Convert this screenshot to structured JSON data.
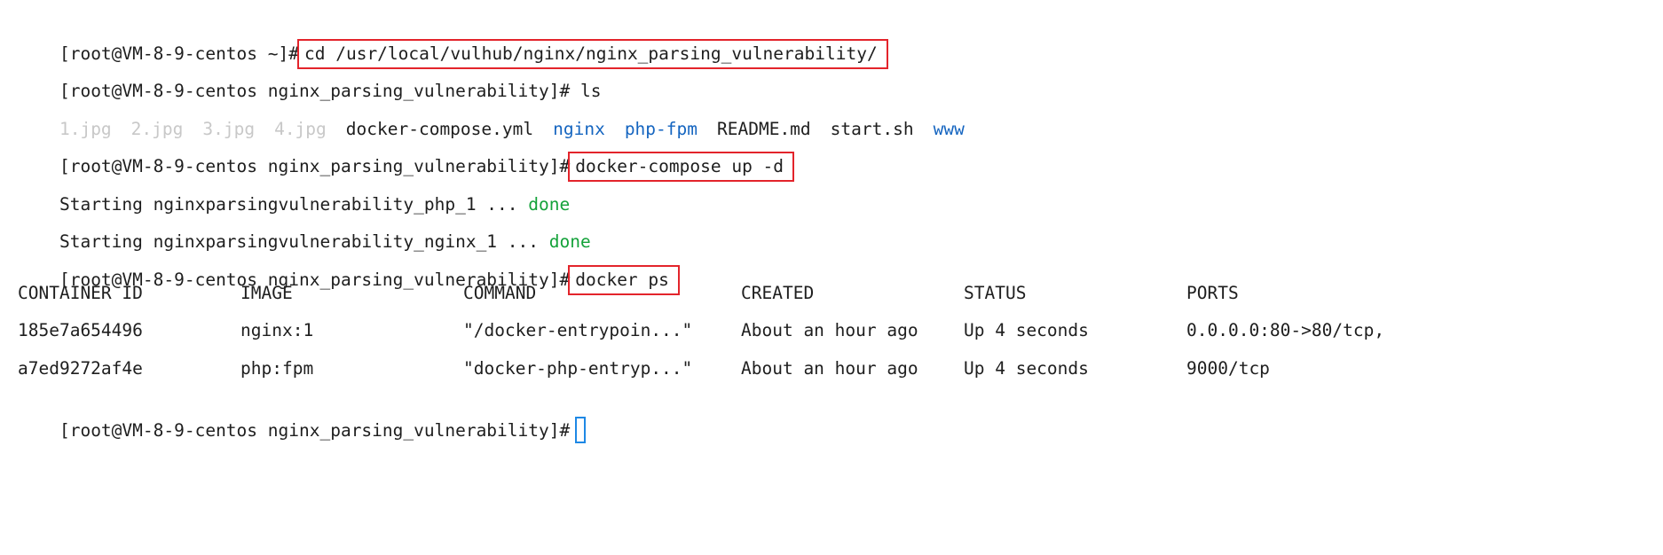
{
  "colors": {
    "prompt": "#1e1e1e",
    "dim_file": "#c8c8c8",
    "directory": "#1565c0",
    "done": "#14a23a",
    "highlight_box": "#e3242b",
    "cursor": "#1e88e5"
  },
  "lines": {
    "l1": {
      "prompt": "[root@VM-8-9-centos ~]#",
      "cmd": "cd /usr/local/vulhub/nginx/nginx_parsing_vulnerability/"
    },
    "l2": {
      "prompt": "[root@VM-8-9-centos nginx_parsing_vulnerability]#",
      "cmd": " ls"
    },
    "l3": {
      "files": [
        {
          "name": "1.jpg",
          "kind": "image"
        },
        {
          "name": "2.jpg",
          "kind": "image"
        },
        {
          "name": "3.jpg",
          "kind": "image"
        },
        {
          "name": "4.jpg",
          "kind": "image"
        },
        {
          "name": "docker-compose.yml",
          "kind": "file"
        },
        {
          "name": "nginx",
          "kind": "directory"
        },
        {
          "name": "php-fpm",
          "kind": "directory"
        },
        {
          "name": "README.md",
          "kind": "file"
        },
        {
          "name": "start.sh",
          "kind": "file"
        },
        {
          "name": "www",
          "kind": "directory"
        }
      ]
    },
    "l4": {
      "prompt": "[root@VM-8-9-centos nginx_parsing_vulnerability]#",
      "cmd": "docker-compose up -d"
    },
    "l5": {
      "text": "Starting nginxparsingvulnerability_php_1 ... ",
      "status": "done"
    },
    "l6": {
      "text": "Starting nginxparsingvulnerability_nginx_1 ... ",
      "status": "done"
    },
    "l7": {
      "prompt": "[root@VM-8-9-centos nginx_parsing_vulnerability]#",
      "cmd": "docker ps"
    },
    "table": {
      "headers": [
        "CONTAINER ID",
        "IMAGE",
        "COMMAND",
        "CREATED",
        "STATUS",
        "PORTS"
      ],
      "rows": [
        [
          "185e7a654496",
          "nginx:1",
          "\"/docker-entrypoin...\"",
          "About an hour ago",
          "Up 4 seconds",
          "0.0.0.0:80->80/tcp,"
        ],
        [
          "a7ed9272af4e",
          "php:fpm",
          "\"docker-php-entryp...\"",
          "About an hour ago",
          "Up 4 seconds",
          "9000/tcp"
        ]
      ]
    },
    "l11": {
      "prompt": "[root@VM-8-9-centos nginx_parsing_vulnerability]#"
    }
  }
}
